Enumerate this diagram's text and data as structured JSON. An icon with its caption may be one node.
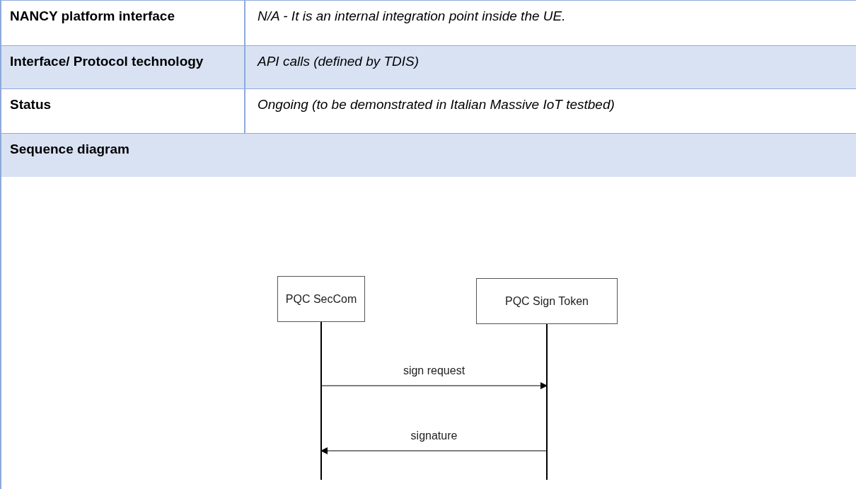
{
  "diagram": {
    "nodes": [
      {
        "text": [
          "PQC SecCom"
        ]
      },
      {
        "text": [
          "PQC Sign Token"
        ]
      }
    ],
    "edges": [
      {
        "from": 0,
        "to": 1,
        "arrow": "to",
        "label": "sign request"
      },
      {
        "from": 1,
        "to": 0,
        "arrow": "to",
        "label": "signature"
      }
    ],
    "labels": [
      "NANCY platform interface",
      "N/A - It is an internal integration point inside the UE.",
      "Interface/ Protocol technology",
      "API calls (defined by TDIS)",
      "Status",
      "Ongoing (to be demonstrated in Italian Massive IoT testbed)",
      "Sequence diagram"
    ]
  }
}
